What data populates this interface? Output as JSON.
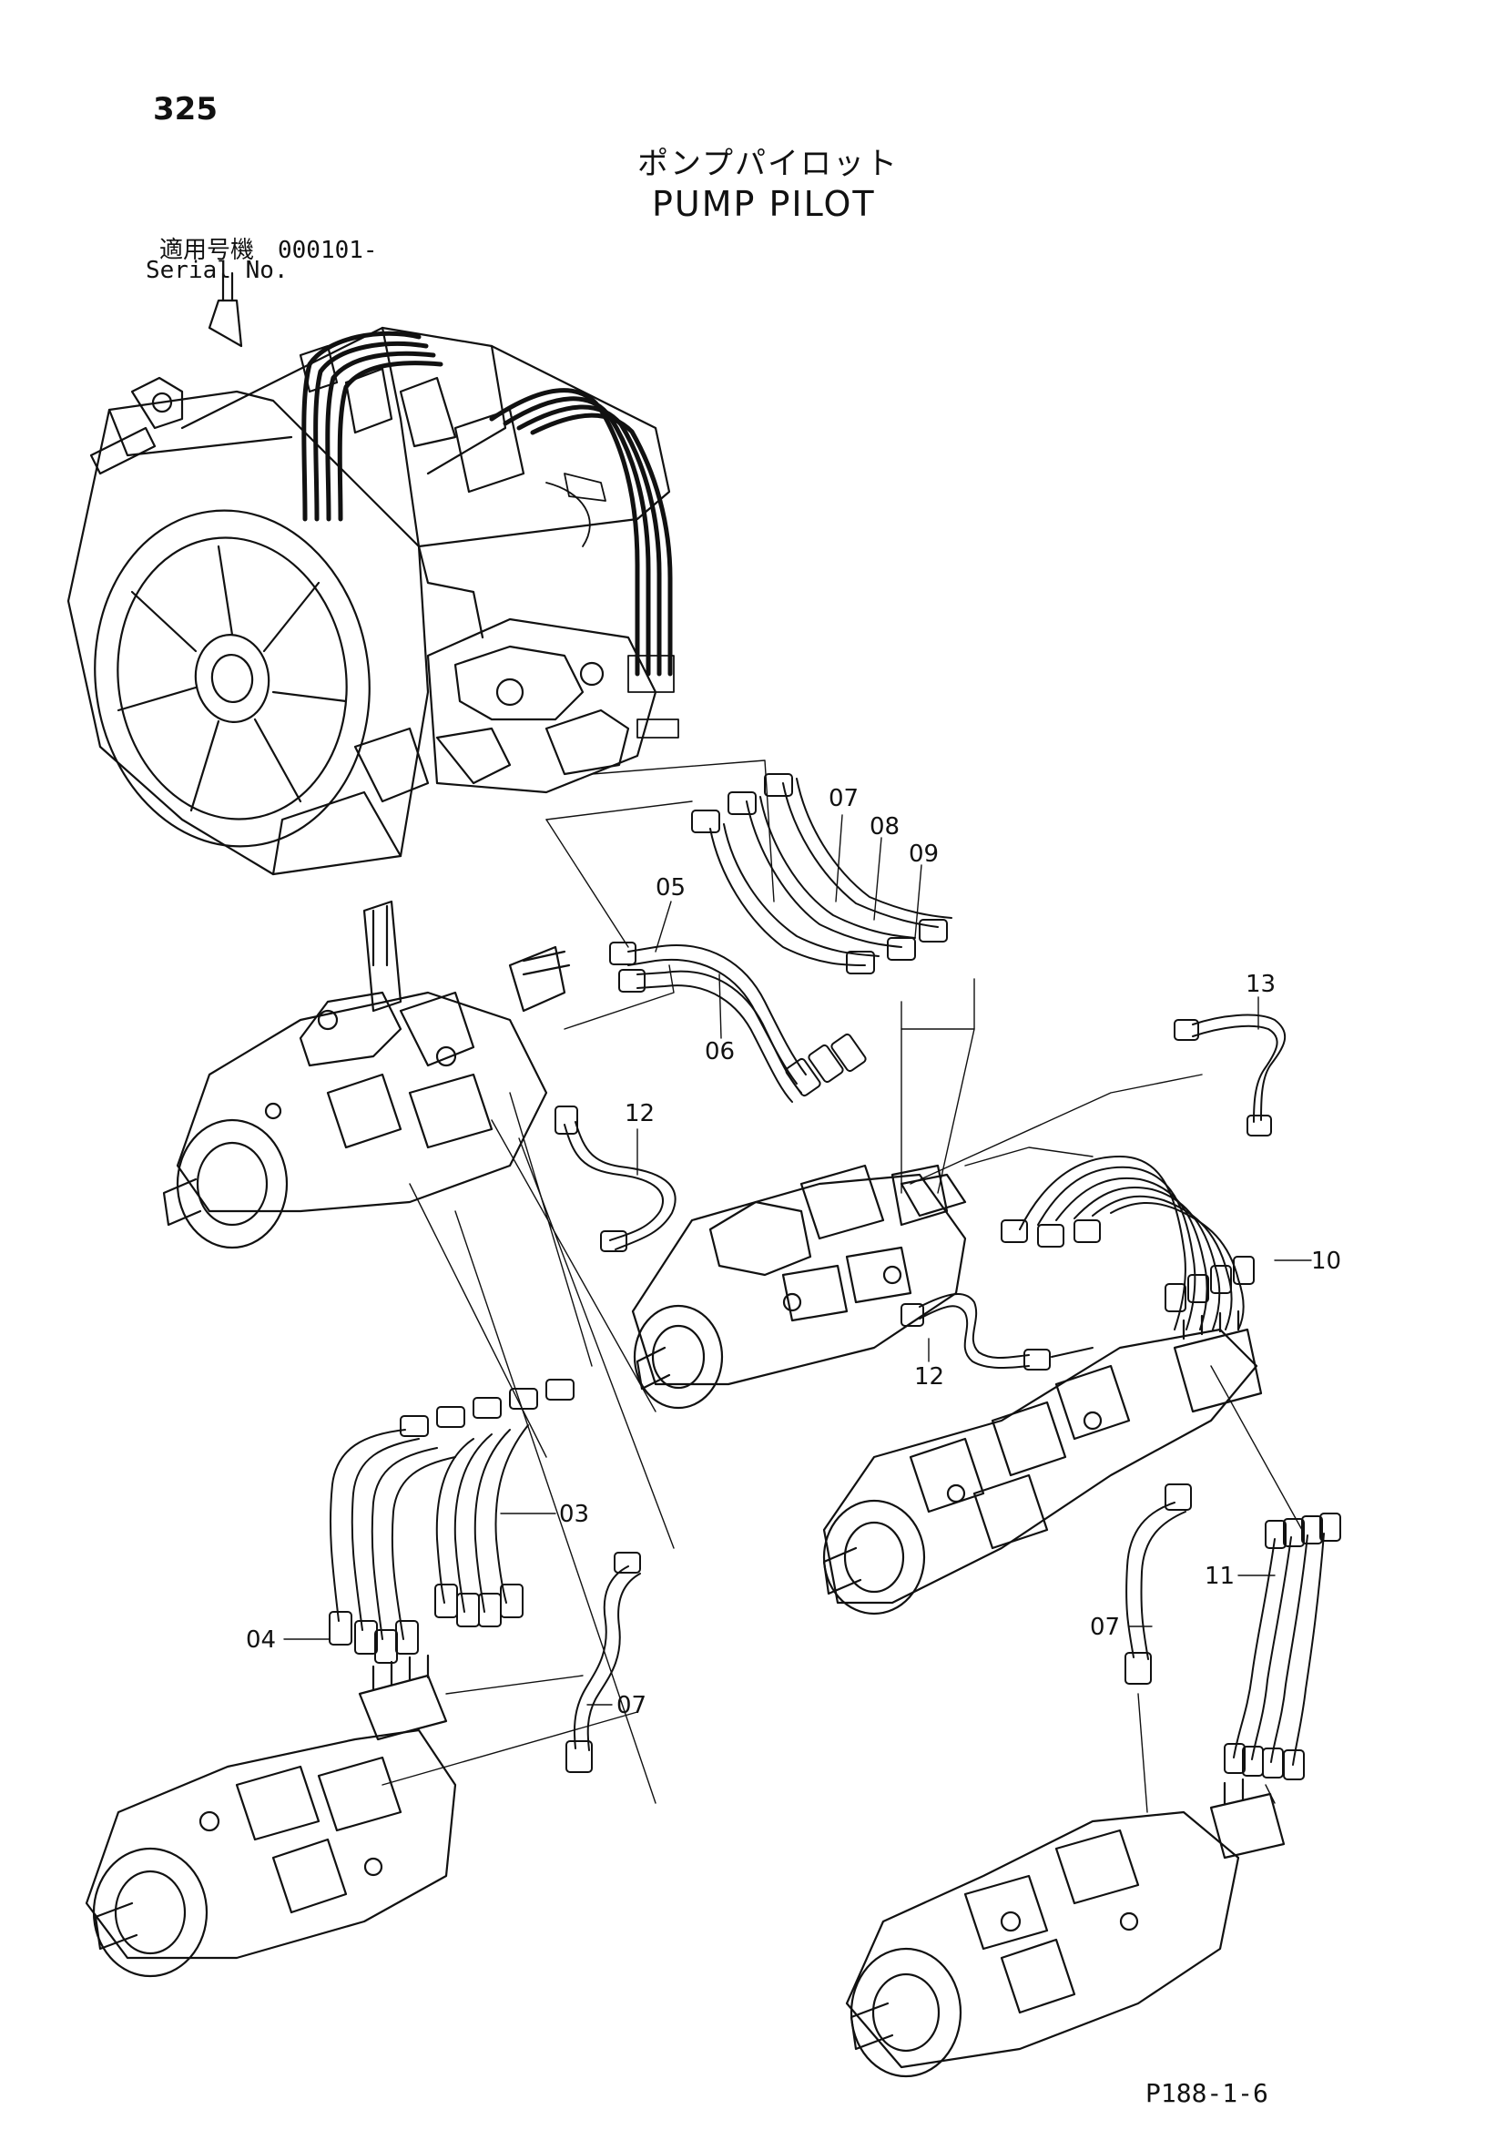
{
  "header": {
    "page_number": "325",
    "title_jp": "ポンプパイロット",
    "title_en": "PUMP PILOT",
    "serial_label_jp": "適用号機　000101-",
    "serial_label_en": "Serial No."
  },
  "callouts": [
    {
      "id": "07a",
      "label": "07"
    },
    {
      "id": "08",
      "label": "08"
    },
    {
      "id": "09",
      "label": "09"
    },
    {
      "id": "05",
      "label": "05"
    },
    {
      "id": "06",
      "label": "06"
    },
    {
      "id": "13",
      "label": "13"
    },
    {
      "id": "12a",
      "label": "12"
    },
    {
      "id": "10",
      "label": "10"
    },
    {
      "id": "12b",
      "label": "12"
    },
    {
      "id": "03",
      "label": "03"
    },
    {
      "id": "11",
      "label": "11"
    },
    {
      "id": "04",
      "label": "04"
    },
    {
      "id": "07b",
      "label": "07"
    },
    {
      "id": "07c",
      "label": "07"
    }
  ],
  "footer": {
    "doc_ref": "P188-1-6"
  }
}
